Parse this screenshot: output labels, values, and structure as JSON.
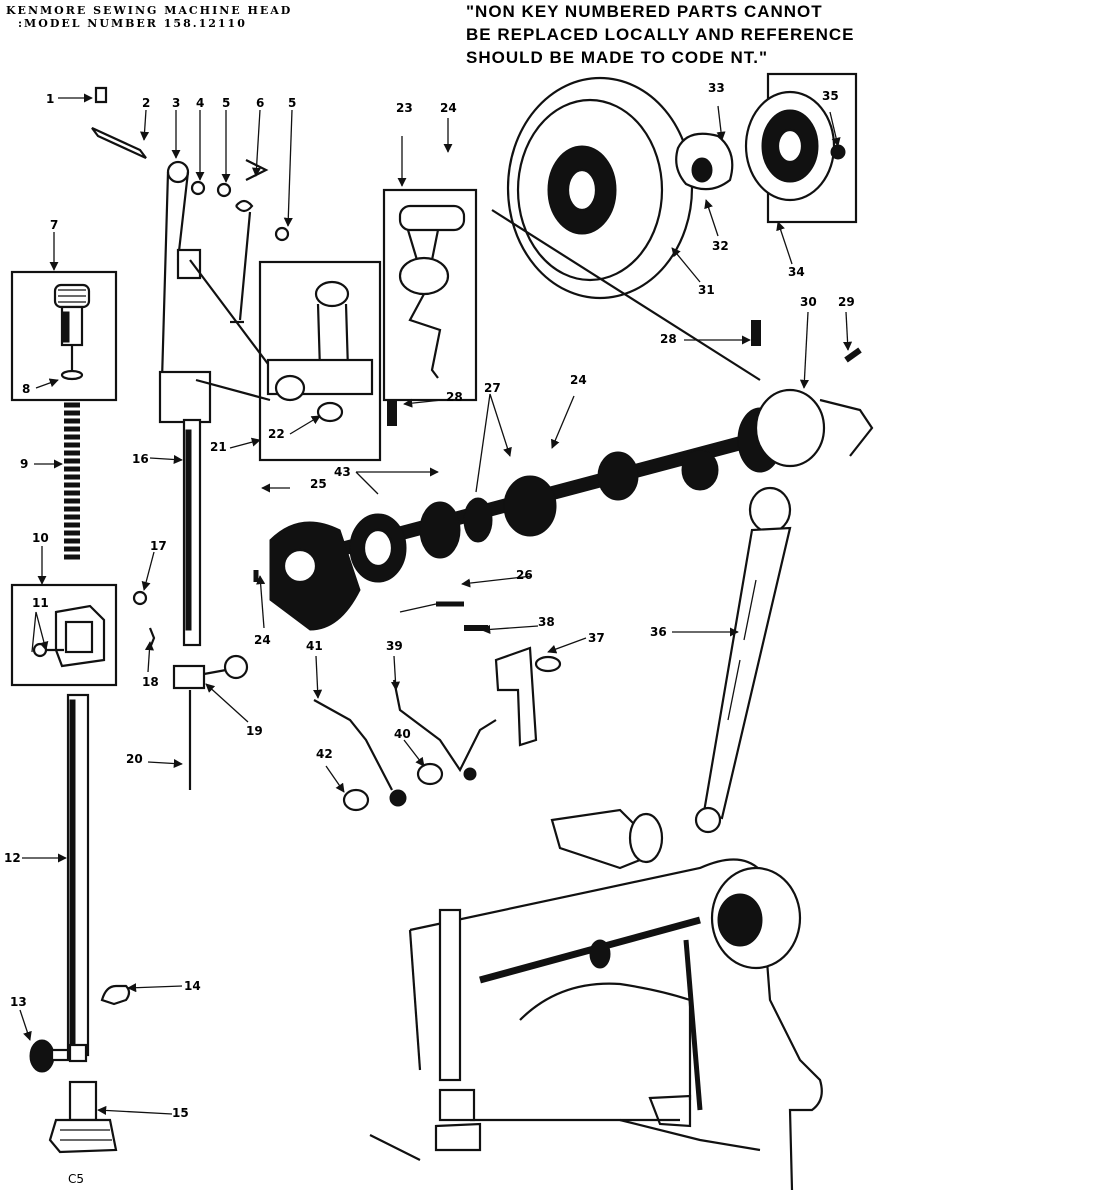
{
  "header": {
    "model_line1": "KENMORE SEWING MACHINE HEAD",
    "model_line2": ":MODEL NUMBER 158.12110",
    "notice_line1": "\"NON KEY NUMBERED PARTS CANNOT",
    "notice_line2": "BE REPLACED LOCALLY AND REFERENCE",
    "notice_line3": "SHOULD BE MADE TO CODE NT.\""
  },
  "footer": {
    "code": "C5"
  },
  "labels": {
    "l1": "1",
    "l2": "2",
    "l3": "3",
    "l4": "4",
    "l5a": "5",
    "l6": "6",
    "l5b": "5",
    "l7": "7",
    "l8": "8",
    "l9": "9",
    "l10": "10",
    "l11": "11",
    "l12": "12",
    "l13": "13",
    "l14": "14",
    "l15": "15",
    "l16": "16",
    "l17": "17",
    "l18": "18",
    "l19": "19",
    "l20": "20",
    "l21": "21",
    "l22": "22",
    "l23": "23",
    "l24a": "24",
    "l24b": "24",
    "l24c": "24",
    "l25": "25",
    "l26": "26",
    "l27": "27",
    "l28a": "28",
    "l28b": "28",
    "l29": "29",
    "l30": "30",
    "l31": "31",
    "l32": "32",
    "l33": "33",
    "l34": "34",
    "l35": "35",
    "l36": "36",
    "l37": "37",
    "l38": "38",
    "l39": "39",
    "l40": "40",
    "l41": "41",
    "l42": "42",
    "l43": "43"
  }
}
